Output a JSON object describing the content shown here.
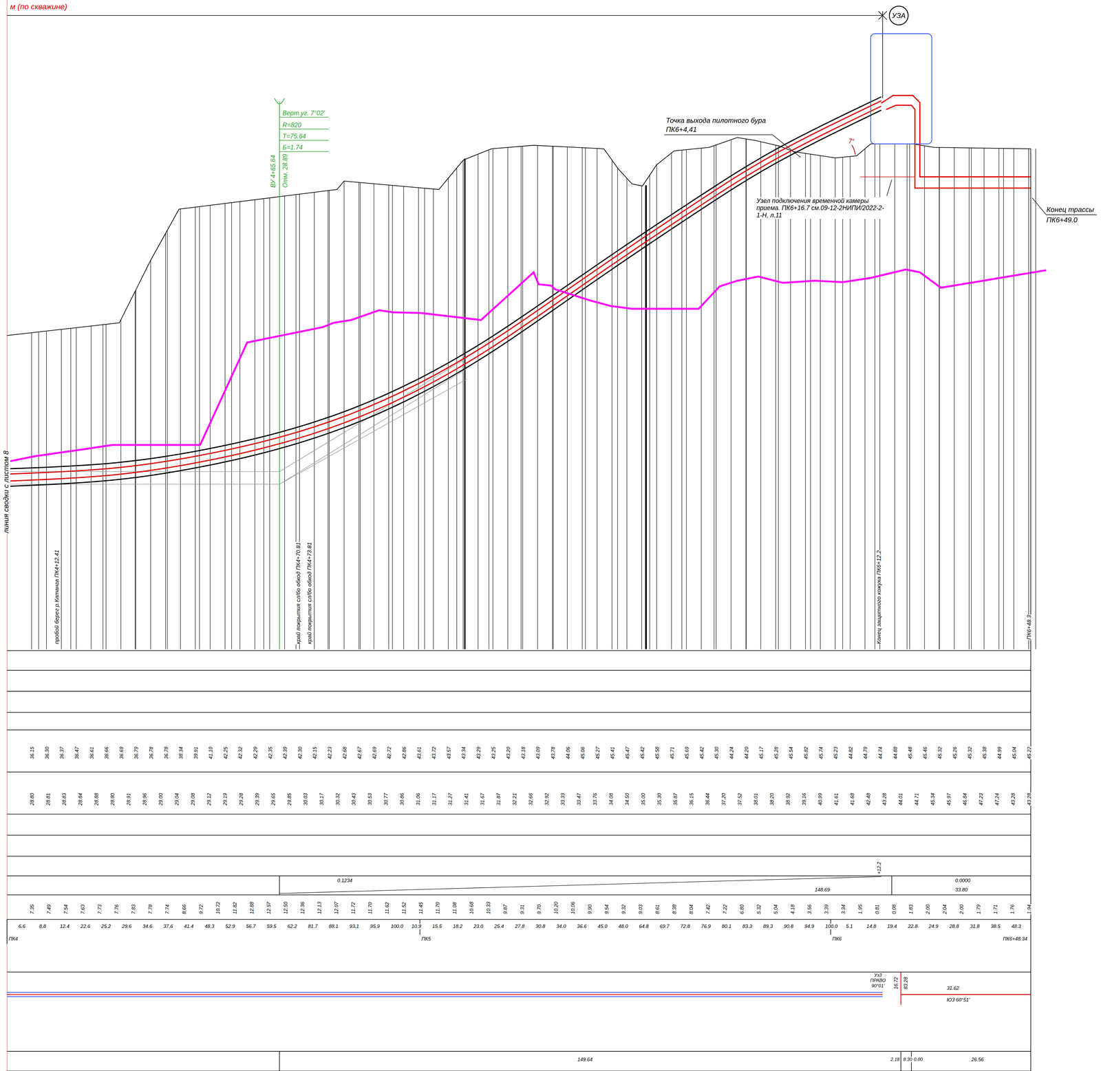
{
  "diagram": {
    "nodes": [
      {
        "text": [
          "УЗА"
        ]
      }
    ],
    "labels": [
      "м (по скважине)",
      "линия сводки с листом 8",
      "Верт.уг. 7°02'",
      "R=820",
      "T=75.64",
      "Б=1.74",
      "ВУ 4+65.64",
      "Отм. 28.89",
      "Точка выхода пилотного бура",
      "ПК6+4,41",
      "7°",
      "Узел подключения временной камеры приема. ПК6+16.7 см.09-12-2НИПИ/2022-2-1-Н, л.11",
      "Конец трассы",
      "ПК6+49.0",
      "пробой берег р.Катанга ПК4+12.41",
      "край покрытия сл/бо обход ПК4+70.81",
      "край покрытия сл/бо обход ПК4+73.81",
      "Конец защитного кожуха ПК6+12.2",
      "ПК6+48.3",
      "0.1234",
      "148.69",
      "0.0000",
      "33.80",
      "+12.2",
      "ПК4",
      "ПК5",
      "ПК6",
      "ПК6+48.34",
      "Уз3 ПРАВО 90°01'",
      "16.72",
      "83.28",
      "31.62",
      "Ю3 60°51'",
      "149.64",
      "2.18",
      "8.30",
      "0.00",
      "26.56",
      "36.15",
      "36.30",
      "36.37",
      "36.47",
      "36.61",
      "36.66",
      "36.69",
      "36.79",
      "36.78",
      "36.78",
      "38.34",
      "39.91",
      "41.10",
      "42.25",
      "42.32",
      "42.29",
      "42.35",
      "42.39",
      "42.30",
      "42.15",
      "42.23",
      "42.68",
      "42.67",
      "42.69",
      "42.72",
      "42.86",
      "43.61",
      "43.72",
      "43.57",
      "43.34",
      "43.29",
      "43.25",
      "43.20",
      "43.18",
      "43.09",
      "43.78",
      "44.06",
      "45.06",
      "45.27",
      "45.41",
      "45.47",
      "45.42",
      "45.58",
      "45.71",
      "45.69",
      "45.42",
      "45.30",
      "44.24",
      "44.20",
      "45.17",
      "45.28",
      "45.54",
      "45.82",
      "45.74",
      "45.23",
      "44.82",
      "44.79",
      "44.74",
      "44.88",
      "45.48",
      "45.46",
      "45.32",
      "45.26",
      "45.32",
      "45.38",
      "44.99",
      "45.04",
      "45.22",
      "28.80",
      "28.81",
      "28.83",
      "28.84",
      "28.88",
      "28.90",
      "28.91",
      "28.96",
      "29.00",
      "29.04",
      "29.08",
      "29.12",
      "29.19",
      "29.28",
      "29.39",
      "29.65",
      "29.85",
      "30.03",
      "30.17",
      "30.32",
      "30.43",
      "30.53",
      "30.77",
      "30.86",
      "31.06",
      "31.17",
      "31.27",
      "31.41",
      "31.67",
      "31.87",
      "32.21",
      "32.66",
      "32.92",
      "33.33",
      "33.47",
      "33.76",
      "34.08",
      "34.50",
      "35.00",
      "35.30",
      "35.87",
      "36.15",
      "36.44",
      "37.20",
      "37.52",
      "38.01",
      "38.20",
      "38.92",
      "39.16",
      "40.99",
      "41.61",
      "41.68",
      "42.48",
      "43.28",
      "44.01",
      "44.71",
      "45.34",
      "45.97",
      "46.84",
      "47.23",
      "47.24",
      "43.28",
      "43.28",
      "7.35",
      "7.49",
      "7.54",
      "7.63",
      "7.73",
      "7.76",
      "7.83",
      "7.78",
      "7.74",
      "8.66",
      "9.72",
      "10.72",
      "11.82",
      "12.88",
      "12.57",
      "12.50",
      "12.36",
      "12.13",
      "12.07",
      "11.72",
      "11.70",
      "11.62",
      "11.52",
      "11.45",
      "11.70",
      "11.08",
      "10.68",
      "10.33",
      "9.87",
      "9.31",
      "9.70",
      "10.20",
      "10.06",
      "9.90",
      "9.54",
      "9.32",
      "9.03",
      "8.61",
      "8.38",
      "8.04",
      "7.42",
      "7.22",
      "6.80",
      "5.32",
      "5.04",
      "4.18",
      "3.56",
      "3.39",
      "3.34",
      "1.95",
      "0.81",
      "0.08",
      "1.83",
      "2.00",
      "2.04",
      "2.00",
      "1.79",
      "1.71",
      "1.76",
      "1.94",
      "6.6",
      "8.8",
      "12.4",
      "22.6",
      "25.2",
      "29.6",
      "34.6",
      "37.6",
      "41.4",
      "48.3",
      "52.9",
      "56.7",
      "59.5",
      "62.2",
      "81.7",
      "88.1",
      "93.1",
      "95.9",
      "100.0",
      "10.9",
      "15.5",
      "18.2",
      "23.0",
      "25.4",
      "27.8",
      "30.8",
      "34.0",
      "36.6",
      "45.0",
      "48.0",
      "64.8",
      "69.7",
      "72.8",
      "76.9",
      "80.1",
      "83.3",
      "89.3",
      "90.8",
      "94.9",
      "100.0",
      "5.1",
      "14.8",
      "19.4",
      "22.8",
      "24.9",
      "28.8",
      "31.8",
      "38.5",
      "48.3"
    ]
  }
}
